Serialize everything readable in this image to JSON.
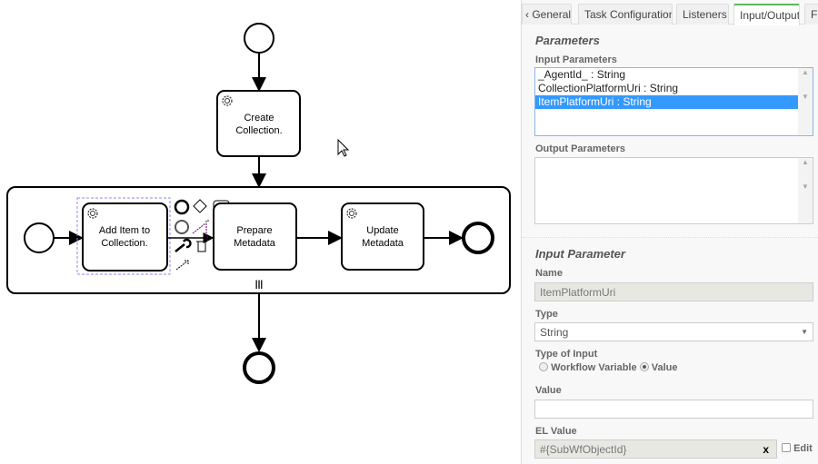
{
  "diagram": {
    "tasks": [
      {
        "label_line1": "Create",
        "label_line2": "Collection."
      },
      {
        "label_line1": "Add Item to",
        "label_line2": "Collection."
      },
      {
        "label_line1": "Prepare",
        "label_line2": "Metadata"
      },
      {
        "label_line1": "Update",
        "label_line2": "Metadata"
      }
    ],
    "multi_instance_marker": "|||"
  },
  "panel": {
    "tabs": [
      {
        "label": "General"
      },
      {
        "label": "Task Configuration"
      },
      {
        "label": "Listeners"
      },
      {
        "label": "Input/Output",
        "active": true
      },
      {
        "label": "F"
      }
    ],
    "tab_scroll_left": "‹",
    "parameters_heading": "Parameters",
    "input_parameters_label": "Input Parameters",
    "input_parameters": [
      "_AgentId_ : String",
      "CollectionPlatformUri : String",
      "ItemPlatformUri : String"
    ],
    "selected_index": 2,
    "output_parameters_label": "Output Parameters",
    "output_parameters": [],
    "input_parameter_heading": "Input Parameter",
    "name_label": "Name",
    "name_value": "ItemPlatformUri",
    "type_label": "Type",
    "type_value": "String",
    "type_of_input_label": "Type of Input",
    "radio_workflow_variable": "Workflow Variable",
    "radio_value": "Value",
    "selected_input_type": "Value",
    "value_label": "Value",
    "value_value": "",
    "el_value_label": "EL Value",
    "el_value": "#{SubWfObjectId}",
    "clear_glyph": "x",
    "edit_label": "Edit",
    "edit_checked": false,
    "accent_color": "#5cb85c",
    "selection_color": "#3399ff"
  }
}
